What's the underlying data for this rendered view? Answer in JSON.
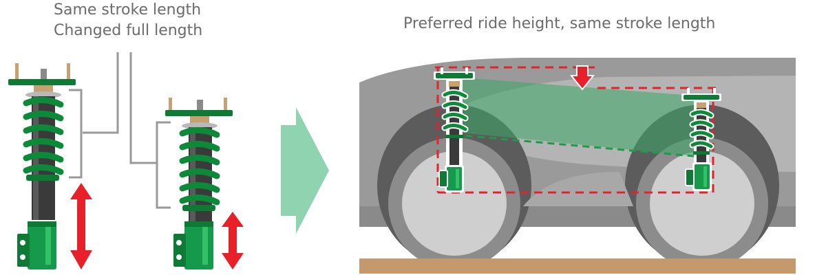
{
  "captions": {
    "left_line1": "Same stroke length",
    "left_line2": "Changed full length",
    "right": "Preferred ride height, same stroke length"
  },
  "colors": {
    "caption_text": "#6b6b6b",
    "spring_green": "#0c8a3a",
    "damper_green": "#15994a",
    "arrow_red": "#e8202a",
    "transition_arrow": "#8fd3b0",
    "body_gray": "#9a9a9a",
    "ground": "#c29a6b",
    "dashed_red": "#e0242c",
    "dashed_green": "#1f9a4a"
  },
  "icons": {
    "tall_shock": "coilover-long-icon",
    "short_shock": "coilover-short-icon",
    "stroke_arrow": "double-arrow-icon",
    "transition": "right-arrow-icon",
    "lowering": "down-arrow-icon",
    "car": "car-side-icon"
  }
}
